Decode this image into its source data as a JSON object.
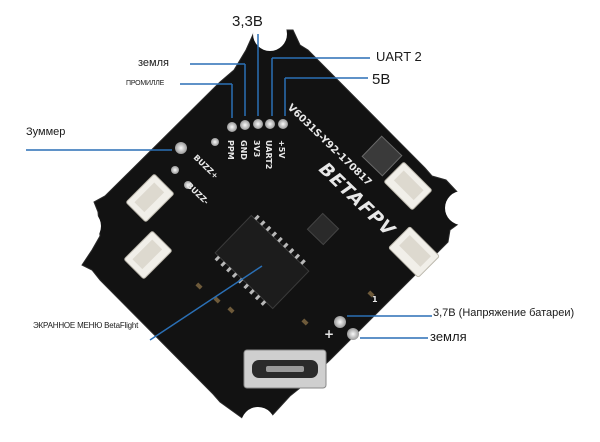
{
  "labels": {
    "v33": "3,3В",
    "ground_top": "земля",
    "ppm": "ПРОМИЛЛЕ",
    "uart2": "UART 2",
    "v5": "5В",
    "buzzer": "Зуммер",
    "osd": "ЭКРАННОЕ МЕНЮ BetaFlight",
    "vbat": "3,7В (Напряжение батареи)",
    "ground_bottom": "земля"
  },
  "board": {
    "brand": "BETAFPV",
    "part_number": "V6031S-Y92-170817",
    "pin_labels": [
      "PPM",
      "GND",
      "3V3",
      "UART2",
      "+5V"
    ],
    "buzz_plus": "BUZZ+",
    "buzz_minus": "BUZZ-",
    "plus_mark": "+",
    "minus_mark": "−",
    "one_mark": "1"
  },
  "colors": {
    "board": "#111111",
    "leader_lines": "#2a6fb5",
    "connector": "#f1efe9",
    "pad": "#d9d9d9"
  }
}
